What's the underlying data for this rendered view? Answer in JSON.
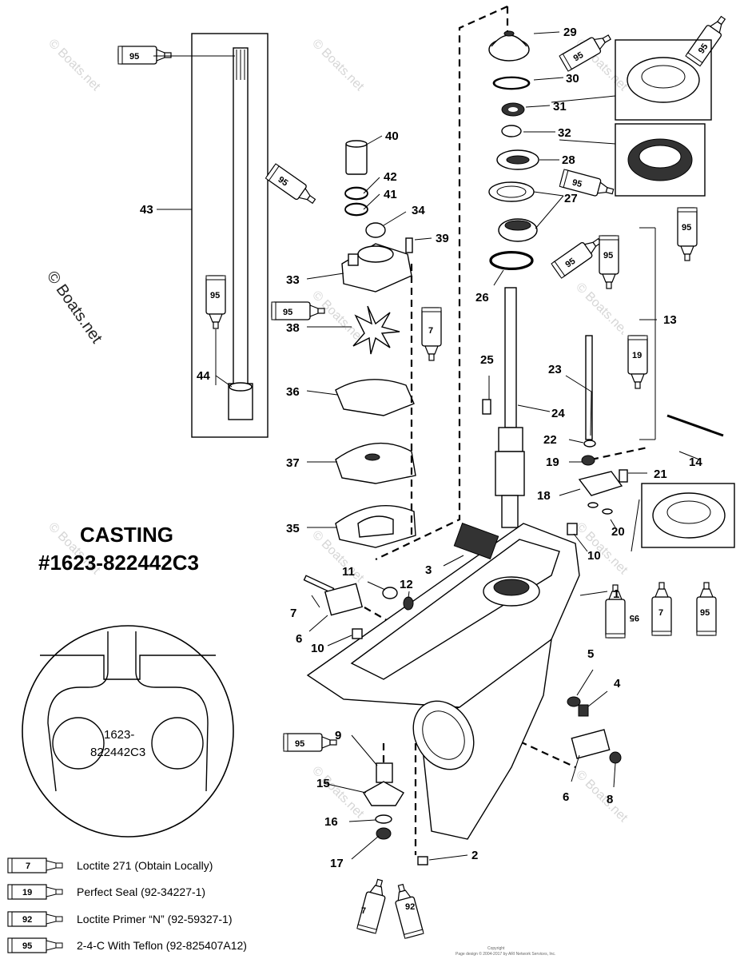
{
  "casting": {
    "title": "CASTING",
    "number": "#1623-822442C3",
    "detail_line1": "1623-",
    "detail_line2": "822442C3"
  },
  "watermark": "© Boats.net",
  "copyright_line1": "Copyright",
  "copyright_line2": "Page design © 2004-2017 by ARI Network Services, Inc.",
  "callouts": [
    "1",
    "2",
    "3",
    "4",
    "5",
    "6",
    "6",
    "7",
    "8",
    "9",
    "10",
    "10",
    "11",
    "12",
    "13",
    "14",
    "15",
    "16",
    "17",
    "18",
    "19",
    "20",
    "21",
    "22",
    "23",
    "24",
    "25",
    "26",
    "27",
    "28",
    "29",
    "30",
    "31",
    "32",
    "33",
    "34",
    "35",
    "36",
    "37",
    "38",
    "39",
    "40",
    "41",
    "42",
    "43",
    "44"
  ],
  "tubes": {
    "t95": "95",
    "t19": "19",
    "t7": "7",
    "t92": "92"
  },
  "legend": [
    {
      "code": "7",
      "text": "Loctite 271 (Obtain Locally)"
    },
    {
      "code": "19",
      "text": "Perfect Seal (92-34227-1)"
    },
    {
      "code": "92",
      "text": "Loctite Primer “N” (92-59327-1)"
    },
    {
      "code": "95",
      "text": "2-4-C  With Teflon (92-825407A12)"
    }
  ]
}
